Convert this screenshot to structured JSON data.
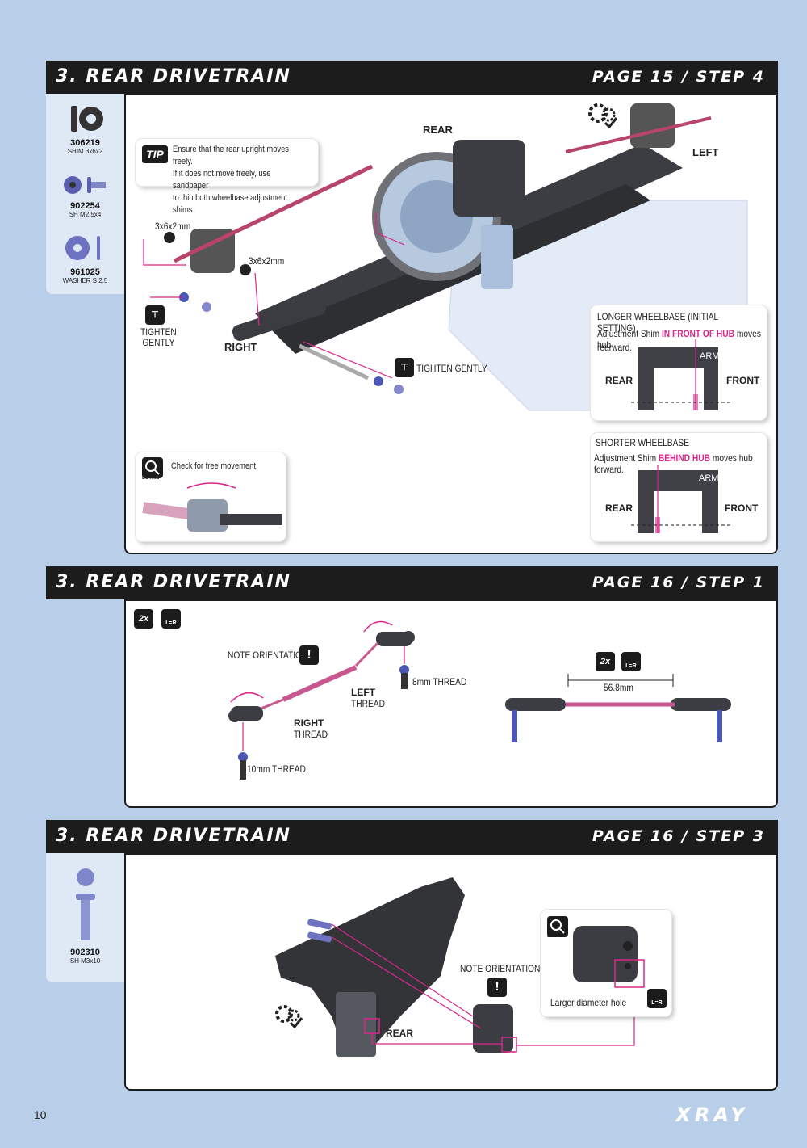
{
  "sections": [
    {
      "title": "3. REAR DRIVETRAIN",
      "page_step": "PAGE 15 / STEP 4"
    },
    {
      "title": "3. REAR DRIVETRAIN",
      "page_step": "PAGE 16 / STEP 1"
    },
    {
      "title": "3. REAR DRIVETRAIN",
      "page_step": "PAGE 16 / STEP 3"
    }
  ],
  "step1": {
    "parts": [
      {
        "num": "306219",
        "desc": "SHIM 3x6x2"
      },
      {
        "num": "902254",
        "desc": "SH M2.5x4"
      },
      {
        "num": "961025",
        "desc": "WASHER S 2.5"
      }
    ],
    "tip_badge": "TIP",
    "tip_line1": "Ensure that the rear upright moves freely.",
    "tip_line2": "If it does not move freely, use sandpaper",
    "tip_line3": "to thin both wheelbase adjustment shims.",
    "label_rear": "REAR",
    "label_left": "LEFT",
    "label_right": "RIGHT",
    "label_shim_a": "3x6x2mm",
    "label_shim_b": "3x6x2mm",
    "tighten_gently_a_line1": "TIGHTEN",
    "tighten_gently_a_line2": "GENTLY",
    "tighten_gently_b": "TIGHTEN GENTLY",
    "detail_text": "Check for free movement",
    "detail_badge": "DETAIL",
    "longer": {
      "title": "LONGER WHEELBASE (INITIAL SETTING)",
      "text_pre": "Adjustment Shim ",
      "text_highlight": "IN FRONT OF HUB",
      "text_post": " moves hub",
      "text_line2": "rearward.",
      "arm": "ARM",
      "rear": "REAR",
      "front": "FRONT"
    },
    "shorter": {
      "title": "SHORTER WHEELBASE",
      "text_pre": "Adjustment Shim ",
      "text_highlight": "BEHIND HUB",
      "text_post": " moves hub forward.",
      "arm": "ARM",
      "rear": "REAR",
      "front": "FRONT"
    }
  },
  "step2": {
    "qty": "2x",
    "lr": "L=R",
    "note_orientation": "NOTE ORIENTATION",
    "label_8mm": "8mm THREAD",
    "label_left": "LEFT",
    "label_left_thread": "THREAD",
    "label_right": "RIGHT",
    "label_right_thread": "THREAD",
    "label_10mm": "10mm THREAD",
    "qty2": "2x",
    "lr2": "L=R",
    "length": "56.8mm"
  },
  "step3": {
    "parts": [
      {
        "num": "902310",
        "desc": "SH M3x10"
      }
    ],
    "note_orientation": "NOTE ORIENTATION",
    "label_rear": "REAR",
    "detail_badge": "DETAIL",
    "detail_text": "Larger diameter hole",
    "lr": "L=R"
  },
  "footer": {
    "page_number": "10",
    "brand": "XRAY"
  },
  "colors": {
    "header": "#1c1c1c",
    "background": "#b9cfe9",
    "accent": "#d8268a",
    "parts_bar": "#dfe9f6"
  }
}
